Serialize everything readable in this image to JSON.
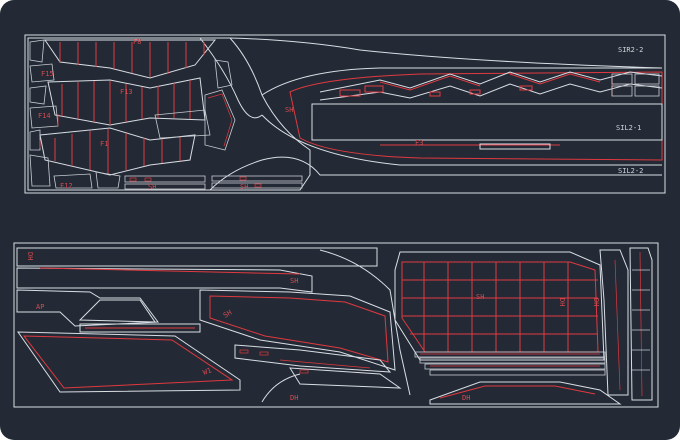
{
  "labels": {
    "sir2_2": "SIR2-2",
    "sil2_1": "SIL2-1",
    "sil2_2": "SIL2-2",
    "f8": "F8",
    "f13": "F13",
    "f1": "F1",
    "f15": "F15",
    "f14": "F14",
    "f12": "F12",
    "f3": "F3",
    "sh_a": "SH",
    "sh_b": "SH",
    "sh_c": "SH",
    "sh_d": "SH",
    "dh_a": "DH",
    "dh_b": "DH",
    "ap": "AP",
    "w1": "W1",
    "dh_vertical": "DH",
    "dh_small": "DH",
    "side_tag": "SH",
    "gap_label": "DH",
    "sh_box": "SH"
  },
  "colors": {
    "background": "#232a35",
    "outline": "#d9dde4",
    "cut_line": "#e0393f"
  }
}
